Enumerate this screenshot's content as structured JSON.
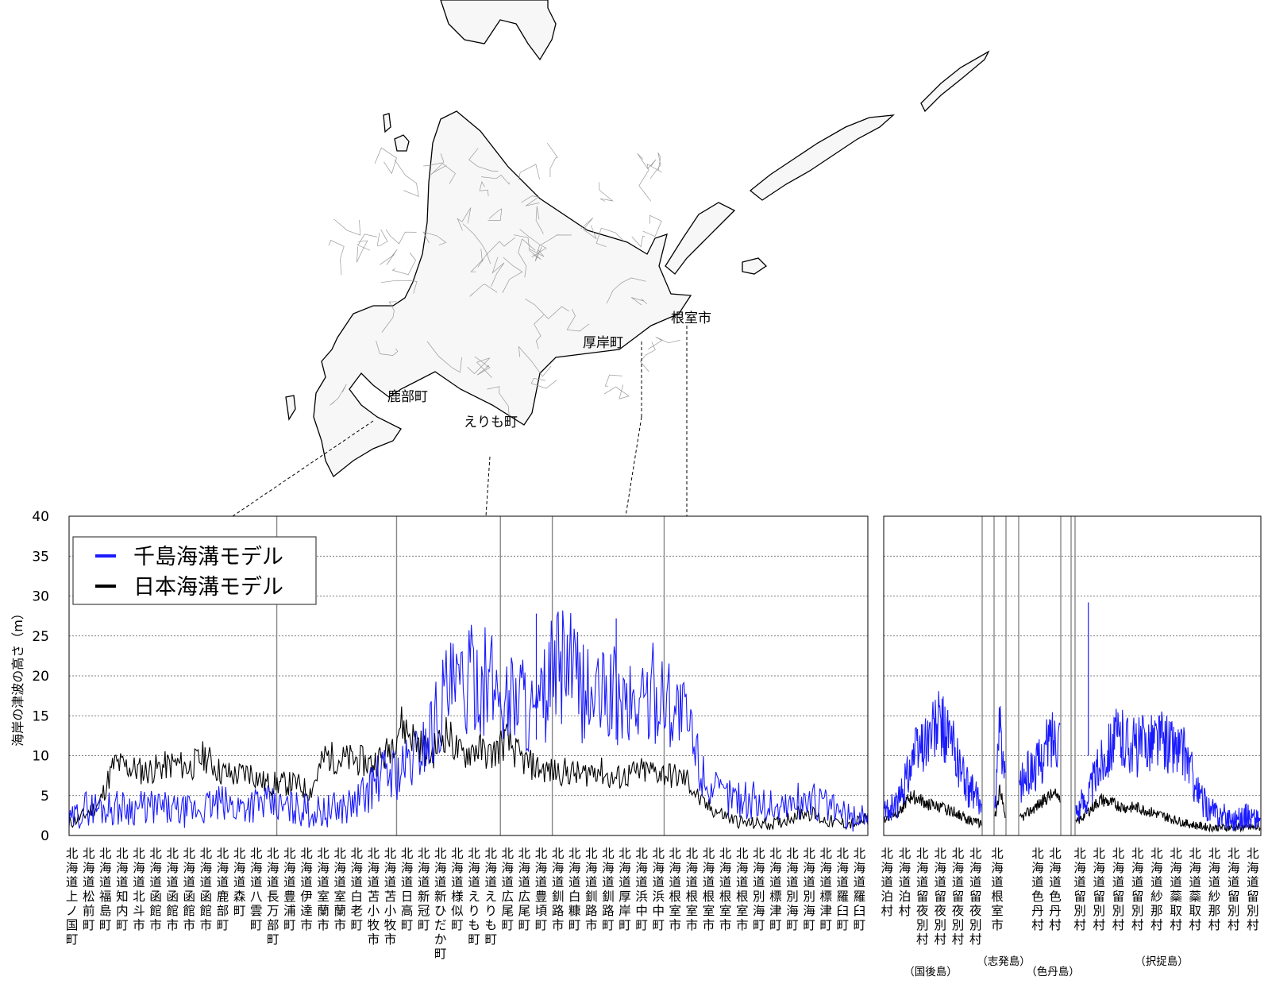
{
  "map": {
    "places": [
      {
        "id": "shikabe",
        "label": "鹿部町"
      },
      {
        "id": "erimo",
        "label": "えりも町"
      },
      {
        "id": "akkeshi",
        "label": "厚岸町"
      },
      {
        "id": "nemuro",
        "label": "根室市"
      }
    ],
    "colors": {
      "land": "#f7f7f7",
      "coast": "#000000",
      "border": "#9a9a9a"
    }
  },
  "chart_data": [
    {
      "type": "line",
      "id": "hokkaido-coast",
      "title": "",
      "xlabel": "",
      "ylabel": "海岸の津波の高さ（m）",
      "ylim": [
        0,
        40
      ],
      "yticks": [
        0,
        5,
        10,
        15,
        20,
        25,
        30,
        35,
        40
      ],
      "grid": true,
      "legend": "top-left",
      "colors": {
        "千島海溝モデル": "#1a1aff",
        "日本海溝モデル": "#000000"
      },
      "municipalities": [
        "北海道上ノ国町",
        "北海道松前町",
        "北海道福島町",
        "北海道知内町",
        "北海道北斗市",
        "北海道函館市",
        "北海道函館市",
        "北海道函館市",
        "北海道函館市",
        "北海道鹿部町",
        "北海道森町",
        "北海道八雲町",
        "北海道長万部町",
        "北海道豊浦町",
        "北海道伊達市",
        "北海道室蘭市",
        "北海道室蘭市",
        "北海道白老町",
        "北海道苫小牧市",
        "北海道苫小牧市",
        "北海道日高町",
        "北海道新冠町",
        "北海道新ひだか町",
        "北海道様似町",
        "北海道えりも町",
        "北海道えりも町",
        "北海道広尾町",
        "北海道広尾町",
        "北海道豊頃町",
        "北海道釧路市",
        "北海道白糠町",
        "北海道釧路市",
        "北海道釧路町",
        "北海道厚岸町",
        "北海道浜中町",
        "北海道浜中町",
        "北海道根室市",
        "北海道根室市",
        "北海道根室市",
        "北海道根室市",
        "北海道根室市",
        "北海道別海町",
        "北海道標津町",
        "北海道別海町",
        "北海道別海町",
        "北海道標津町",
        "北海道羅臼町",
        "北海道羅臼町"
      ],
      "segments": [
        {
          "name": "千島海溝モデル",
          "values": [
            1.5,
            3.5,
            3.5,
            3.5,
            3.5,
            3.5,
            3.5,
            3,
            3,
            3.5,
            4,
            3.5,
            4,
            4,
            3.5,
            3.5,
            3,
            3,
            3.5,
            4,
            6,
            8,
            8,
            10,
            13,
            18,
            18,
            20,
            19,
            17,
            18,
            14,
            20,
            22,
            18,
            17,
            18,
            16,
            17,
            18,
            17,
            14,
            8,
            5,
            5,
            4.5,
            4,
            3.5,
            4,
            4.5,
            4,
            3,
            2,
            3
          ]
        },
        {
          "name": "日本海溝モデル",
          "values": [
            1.5,
            2.5,
            4,
            9,
            8.5,
            8,
            8.5,
            9,
            8.5,
            10,
            8,
            7.5,
            8,
            6.5,
            6.5,
            6.5,
            5.5,
            10,
            9.5,
            9.5,
            9,
            10,
            14,
            12,
            10,
            13,
            10,
            11,
            10,
            12,
            9.5,
            8.5,
            8,
            8,
            7.5,
            8.5,
            7,
            7.5,
            8,
            8,
            7.5,
            7,
            4,
            3,
            2,
            1.5,
            1.5,
            1.5,
            2.5,
            3,
            2,
            1.5,
            1.5,
            2
          ]
        }
      ],
      "spikes": [
        {
          "name": "千島海溝モデル",
          "x": 0.585,
          "y": 27.8
        },
        {
          "name": "千島海溝モデル",
          "x": 0.685,
          "y": 27.2
        }
      ]
    },
    {
      "type": "line",
      "id": "northern-territories",
      "title": "",
      "ylim": [
        0,
        40
      ],
      "yticks": [
        0,
        5,
        10,
        15,
        20,
        25,
        30,
        35,
        40
      ],
      "grid": true,
      "colors": {
        "千島海溝モデル": "#1a1aff",
        "日本海溝モデル": "#000000"
      },
      "municipalities": [
        "北海道泊村",
        "北海道泊村",
        "北海道留夜別村",
        "北海道留夜別村",
        "北海道留夜別村",
        "北海道留夜別村",
        "北海道根室市",
        "北海道色丹村",
        "北海道色丹村",
        "北海道留別村",
        "北海道留別村",
        "北海道留別村",
        "北海道留別村",
        "北海道紗那村",
        "北海道蘂取村",
        "北海道蘂取村",
        "北海道紗那村",
        "北海道留別村",
        "北海道留別村"
      ],
      "groups": [
        {
          "id": "kunashiri",
          "label": "（国後島）"
        },
        {
          "id": "shikotsu",
          "label": "（志発島）"
        },
        {
          "id": "shikotan",
          "label": "（色丹島）"
        },
        {
          "id": "etorofu",
          "label": "（択捉島）"
        }
      ],
      "segments": [
        {
          "name": "千島海溝モデル",
          "values": [
            3,
            4,
            10,
            12,
            14,
            11,
            6,
            4
          ]
        },
        {
          "name": "千島海溝モデル",
          "values": [
            3,
            14,
            6
          ]
        },
        {
          "name": "千島海溝モデル",
          "values": [
            6,
            8,
            9,
            12,
            13
          ]
        },
        {
          "name": "千島海溝モデル",
          "values": [
            3,
            5,
            9,
            12,
            12,
            11,
            12,
            12,
            11,
            10,
            5,
            3,
            2.5,
            2,
            2.5,
            2
          ]
        }
      ],
      "black_segments": [
        {
          "name": "日本海溝モデル",
          "values": [
            2,
            3,
            5,
            4,
            3.5,
            3,
            2,
            1.5
          ]
        },
        {
          "name": "日本海溝モデル",
          "values": [
            2,
            6,
            2.5
          ]
        },
        {
          "name": "日本海溝モデル",
          "values": [
            2,
            3,
            4,
            5,
            5
          ]
        },
        {
          "name": "日本海溝モデル",
          "values": [
            1.5,
            3,
            4.5,
            4,
            3.5,
            3.5,
            3,
            2.5,
            2,
            1.5,
            1.2,
            1,
            1,
            1,
            1,
            1
          ]
        }
      ],
      "spikes": [
        {
          "name": "千島海溝モデル",
          "x": 0.58,
          "y": 29.2
        }
      ]
    }
  ],
  "legend": [
    {
      "label": "千島海溝モデル",
      "color": "#1a1aff"
    },
    {
      "label": "日本海溝モデル",
      "color": "#000000"
    }
  ]
}
